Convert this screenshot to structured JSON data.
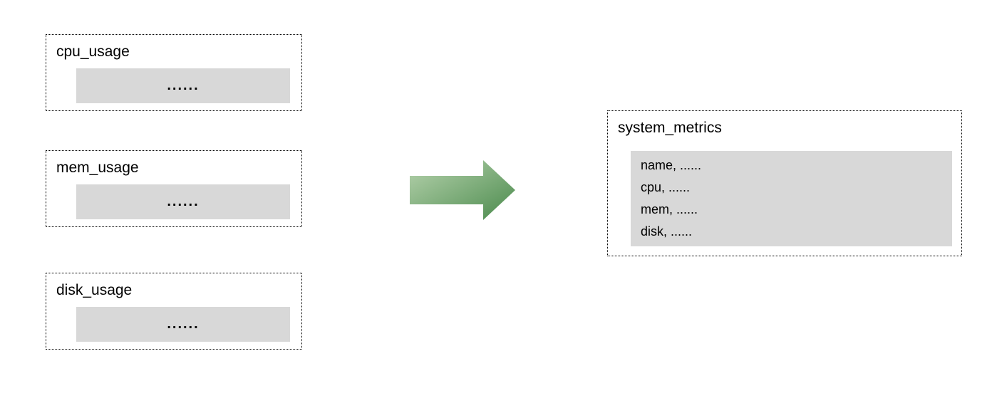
{
  "sources": [
    {
      "title": "cpu_usage",
      "placeholder": "......"
    },
    {
      "title": "mem_usage",
      "placeholder": "......"
    },
    {
      "title": "disk_usage",
      "placeholder": "......"
    }
  ],
  "arrow": {
    "gradient_start": "#b7d3ae",
    "gradient_end": "#4a8a4c"
  },
  "result": {
    "title": "system_metrics",
    "fields": [
      "name, ......",
      "cpu, ......",
      "mem, ......",
      "disk, ......"
    ]
  },
  "colors": {
    "panel_fill": "#d8d8d8",
    "border": "#000000"
  }
}
